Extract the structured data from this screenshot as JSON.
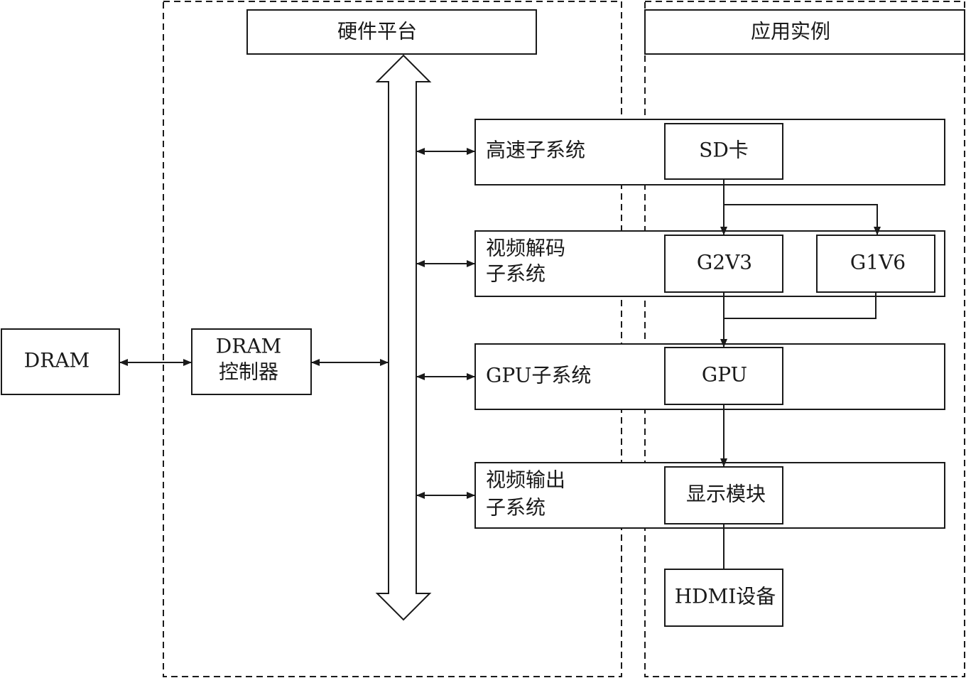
{
  "panels": {
    "hardware_platform": "硬件平台",
    "application_example": "应用实例"
  },
  "dram": "DRAM",
  "dram_controller": {
    "line1": "DRAM",
    "line2": "控制器"
  },
  "subsystems": {
    "high_speed": "高速子系统",
    "video_decode": {
      "line1": "视频解码",
      "line2": "子系统"
    },
    "gpu": "GPU子系统",
    "video_output": {
      "line1": "视频输出",
      "line2": "子系统"
    }
  },
  "modules": {
    "sd_card": "SD卡",
    "g2v3": "G2V3",
    "g1v6": "G1V6",
    "gpu": "GPU",
    "display_module": "显示模块",
    "hdmi_device": "HDMI设备"
  }
}
